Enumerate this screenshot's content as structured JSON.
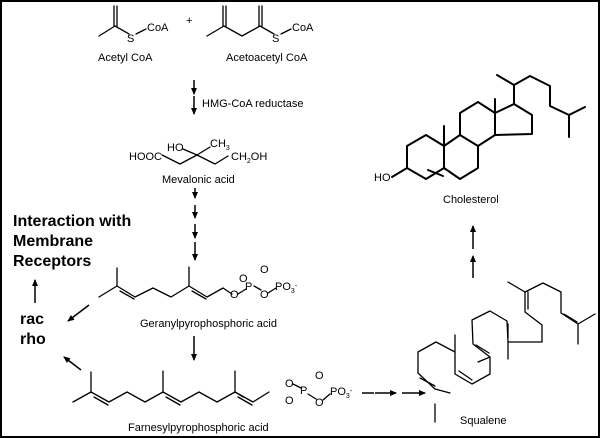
{
  "title": "Cholesterol biosynthesis pathway",
  "compounds": {
    "acetyl_coa": {
      "name": "Acetyl CoA",
      "group": "CoA",
      "atom_s": "S"
    },
    "acetoacetyl_coa": {
      "name": "Acetoacetyl CoA",
      "group": "CoA",
      "atom_s": "S"
    },
    "plus_sign": "+",
    "mevalonic_acid": {
      "name": "Mevalonic acid",
      "hooc": "HOOC",
      "ho": "HO",
      "ch3": "CH",
      "ch3_sub": "3",
      "ch2oh": "CH",
      "ch2oh_sub": "2",
      "ch2oh_tail": "OH"
    },
    "geranylpyrophosphoric_acid": {
      "name": "Geranylpyrophosphoric acid"
    },
    "farnesylpyrophosphoric_acid": {
      "name": "Farnesylpyrophosphoric acid"
    },
    "squalene": {
      "name": "Squalene"
    },
    "cholesterol": {
      "name": "Cholesterol",
      "ho": "HO"
    }
  },
  "phosphate": {
    "o": "O",
    "p": "P",
    "po3": "PO",
    "po3_sub": "3",
    "charge": "-"
  },
  "enzyme": {
    "hmg_coa_reductase": "HMG-CoA reductase"
  },
  "effects": {
    "membrane_line1": "Interaction with",
    "membrane_line2": "Membrane",
    "membrane_line3": "Receptors",
    "rac": "rac",
    "rho": "rho"
  }
}
